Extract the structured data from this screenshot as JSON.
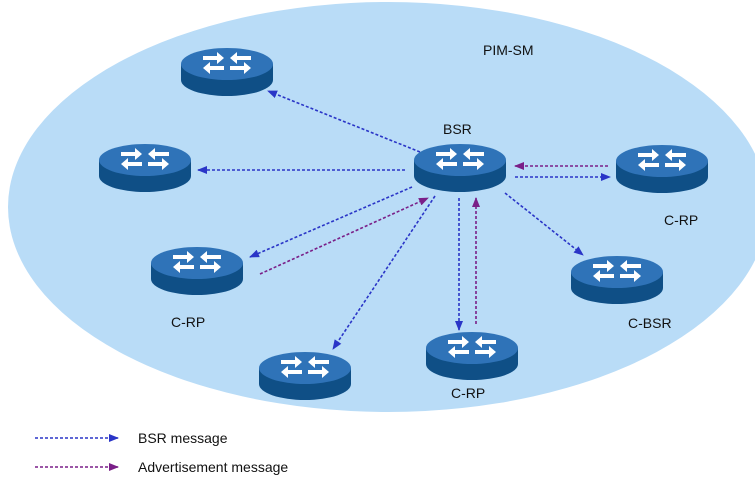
{
  "domain_label": "PIM-SM",
  "colors": {
    "domain_fill": "#b9dcf7",
    "router_top": "#2f73b8",
    "router_side": "#0f4f86",
    "bsr_message": "#2a35c7",
    "advertisement_message": "#7a1f88",
    "router_arrows": "#ffffff"
  },
  "icons": {
    "router": "router-icon"
  },
  "nodes": [
    {
      "id": "r-top",
      "label": ""
    },
    {
      "id": "r-left",
      "label": ""
    },
    {
      "id": "bsr",
      "label": "BSR"
    },
    {
      "id": "crp-right",
      "label": "C-RP"
    },
    {
      "id": "crp-left",
      "label": "C-RP"
    },
    {
      "id": "cbsr",
      "label": "C-BSR"
    },
    {
      "id": "r-bottom",
      "label": ""
    },
    {
      "id": "crp-bottom",
      "label": "C-RP"
    }
  ],
  "edges": [
    {
      "from": "bsr",
      "to": "r-top",
      "type": "bsr"
    },
    {
      "from": "bsr",
      "to": "r-left",
      "type": "bsr"
    },
    {
      "from": "bsr",
      "to": "crp-right",
      "type": "bsr"
    },
    {
      "from": "crp-right",
      "to": "bsr",
      "type": "advertisement"
    },
    {
      "from": "bsr",
      "to": "crp-left",
      "type": "bsr"
    },
    {
      "from": "crp-left",
      "to": "bsr",
      "type": "advertisement"
    },
    {
      "from": "bsr",
      "to": "cbsr",
      "type": "bsr"
    },
    {
      "from": "bsr",
      "to": "r-bottom",
      "type": "bsr"
    },
    {
      "from": "bsr",
      "to": "crp-bottom",
      "type": "bsr"
    },
    {
      "from": "crp-bottom",
      "to": "bsr",
      "type": "advertisement"
    }
  ],
  "legend": [
    {
      "type": "bsr",
      "label": "BSR message"
    },
    {
      "type": "advertisement",
      "label": "Advertisement message"
    }
  ]
}
